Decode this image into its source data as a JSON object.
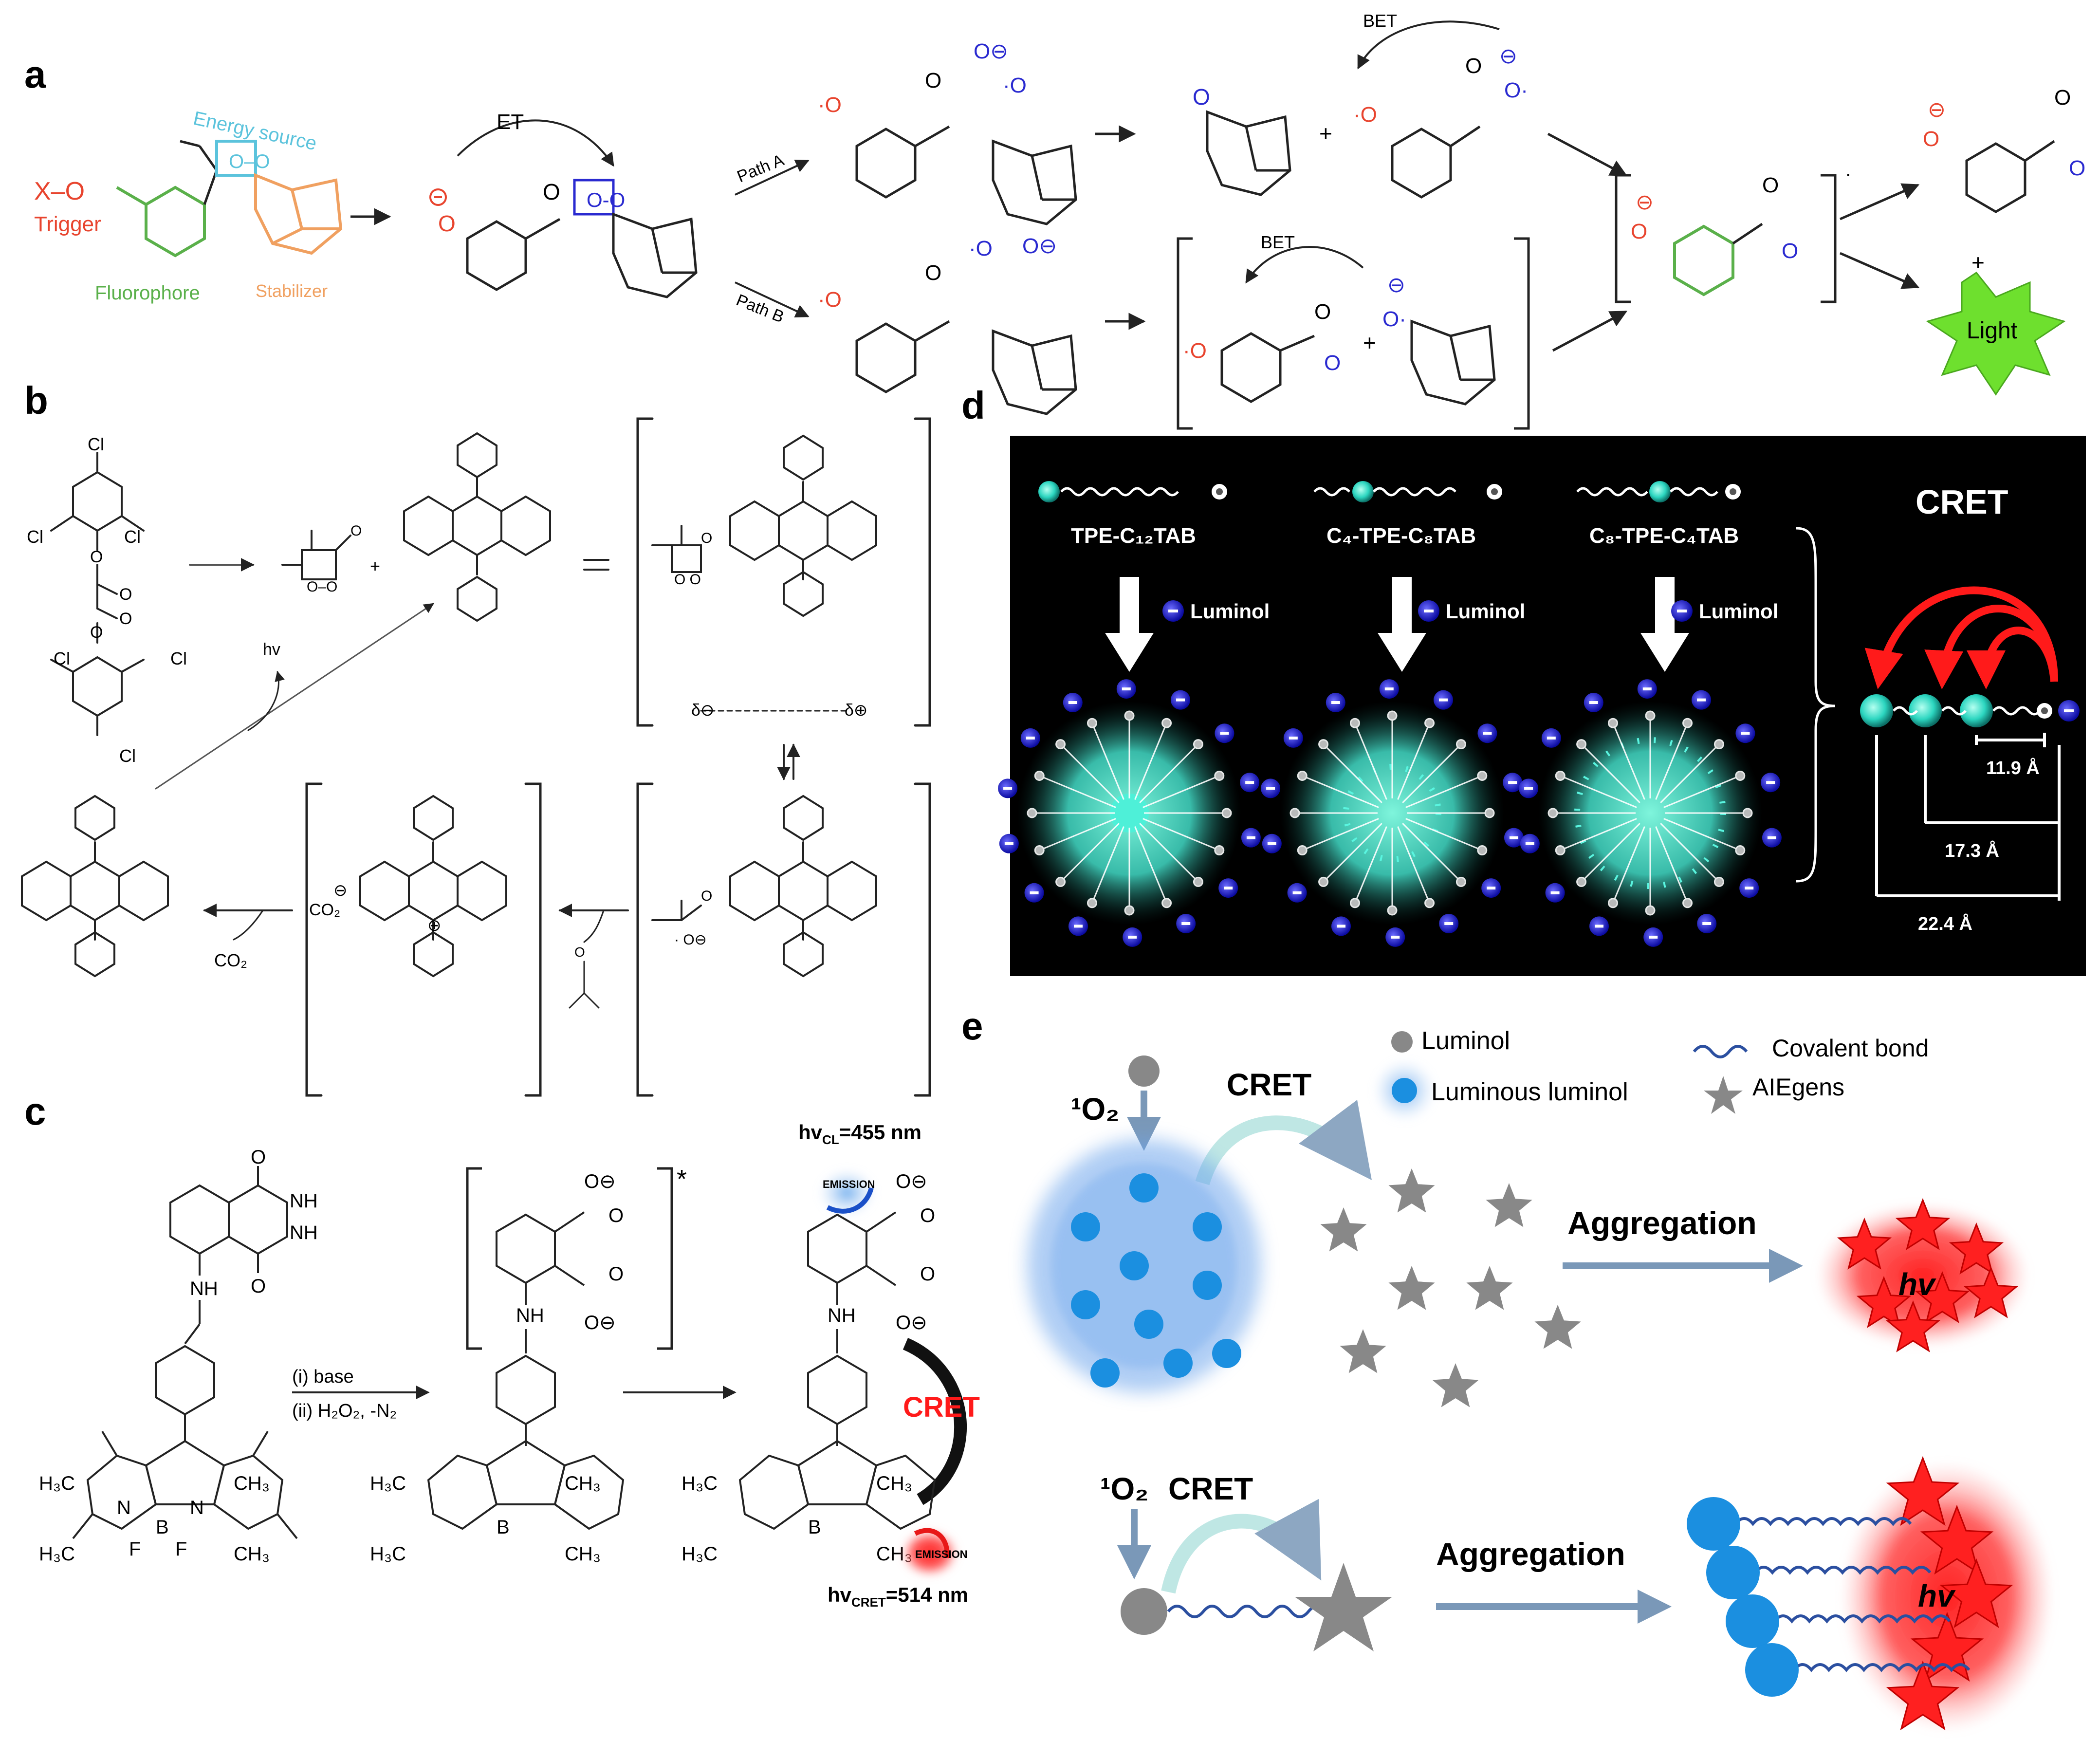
{
  "panels": {
    "a": "a",
    "b": "b",
    "c": "c",
    "d": "d",
    "e": "e"
  },
  "panel_a": {
    "trigger_group": "X–O",
    "trigger": "Trigger",
    "energy_source": "Energy source",
    "fluorophore": "Fluorophore",
    "stabilizer": "Stabilizer",
    "et": "ET",
    "path_a": "Path A",
    "path_b": "Path B",
    "bet_top": "BET",
    "bet_bottom": "BET",
    "plus": "+",
    "light": "Light",
    "colors": {
      "trigger": "#e8442e",
      "energy": "#5bc3dc",
      "fluorophore": "#5ab04a",
      "stabilizer": "#f0a060",
      "peroxide": "#2a2ad0",
      "light": "#6ee02e"
    }
  },
  "panel_b": {
    "hv": "hv",
    "co2": "CO₂",
    "co2_minus": "CO₂",
    "cl": "Cl"
  },
  "panel_c": {
    "nh": "NH",
    "base": "(i) base",
    "h2o2": "(ii) H₂O₂, -N₂",
    "hv_cl": "hv",
    "hv_cl_sub": "CL",
    "hv_cl_val": "=455 nm",
    "hv_cret": "hv",
    "hv_cret_sub": "CRET",
    "hv_cret_val": "=514 nm",
    "emission": "EMISSION",
    "cret": "CRET",
    "star": "*",
    "h3c": "H₃C",
    "ch3": "CH₃",
    "b": "B",
    "n": "N",
    "f": "F"
  },
  "panel_d": {
    "mol1": "TPE-C₁₂TAB",
    "mol2": "C₄-TPE-C₈TAB",
    "mol3": "C₈-TPE-C₄TAB",
    "luminol": "Luminol",
    "cret": "CRET",
    "d1": "11.9 Å",
    "d2": "17.3 Å",
    "d3": "22.4 Å"
  },
  "panel_e": {
    "legend_luminol": "Luminol",
    "legend_luminous": "Luminous luminol",
    "legend_covalent": "Covalent bond",
    "legend_aiegens": "AIEgens",
    "o2": "¹O₂",
    "cret": "CRET",
    "aggregation": "Aggregation",
    "hv": "hv"
  }
}
